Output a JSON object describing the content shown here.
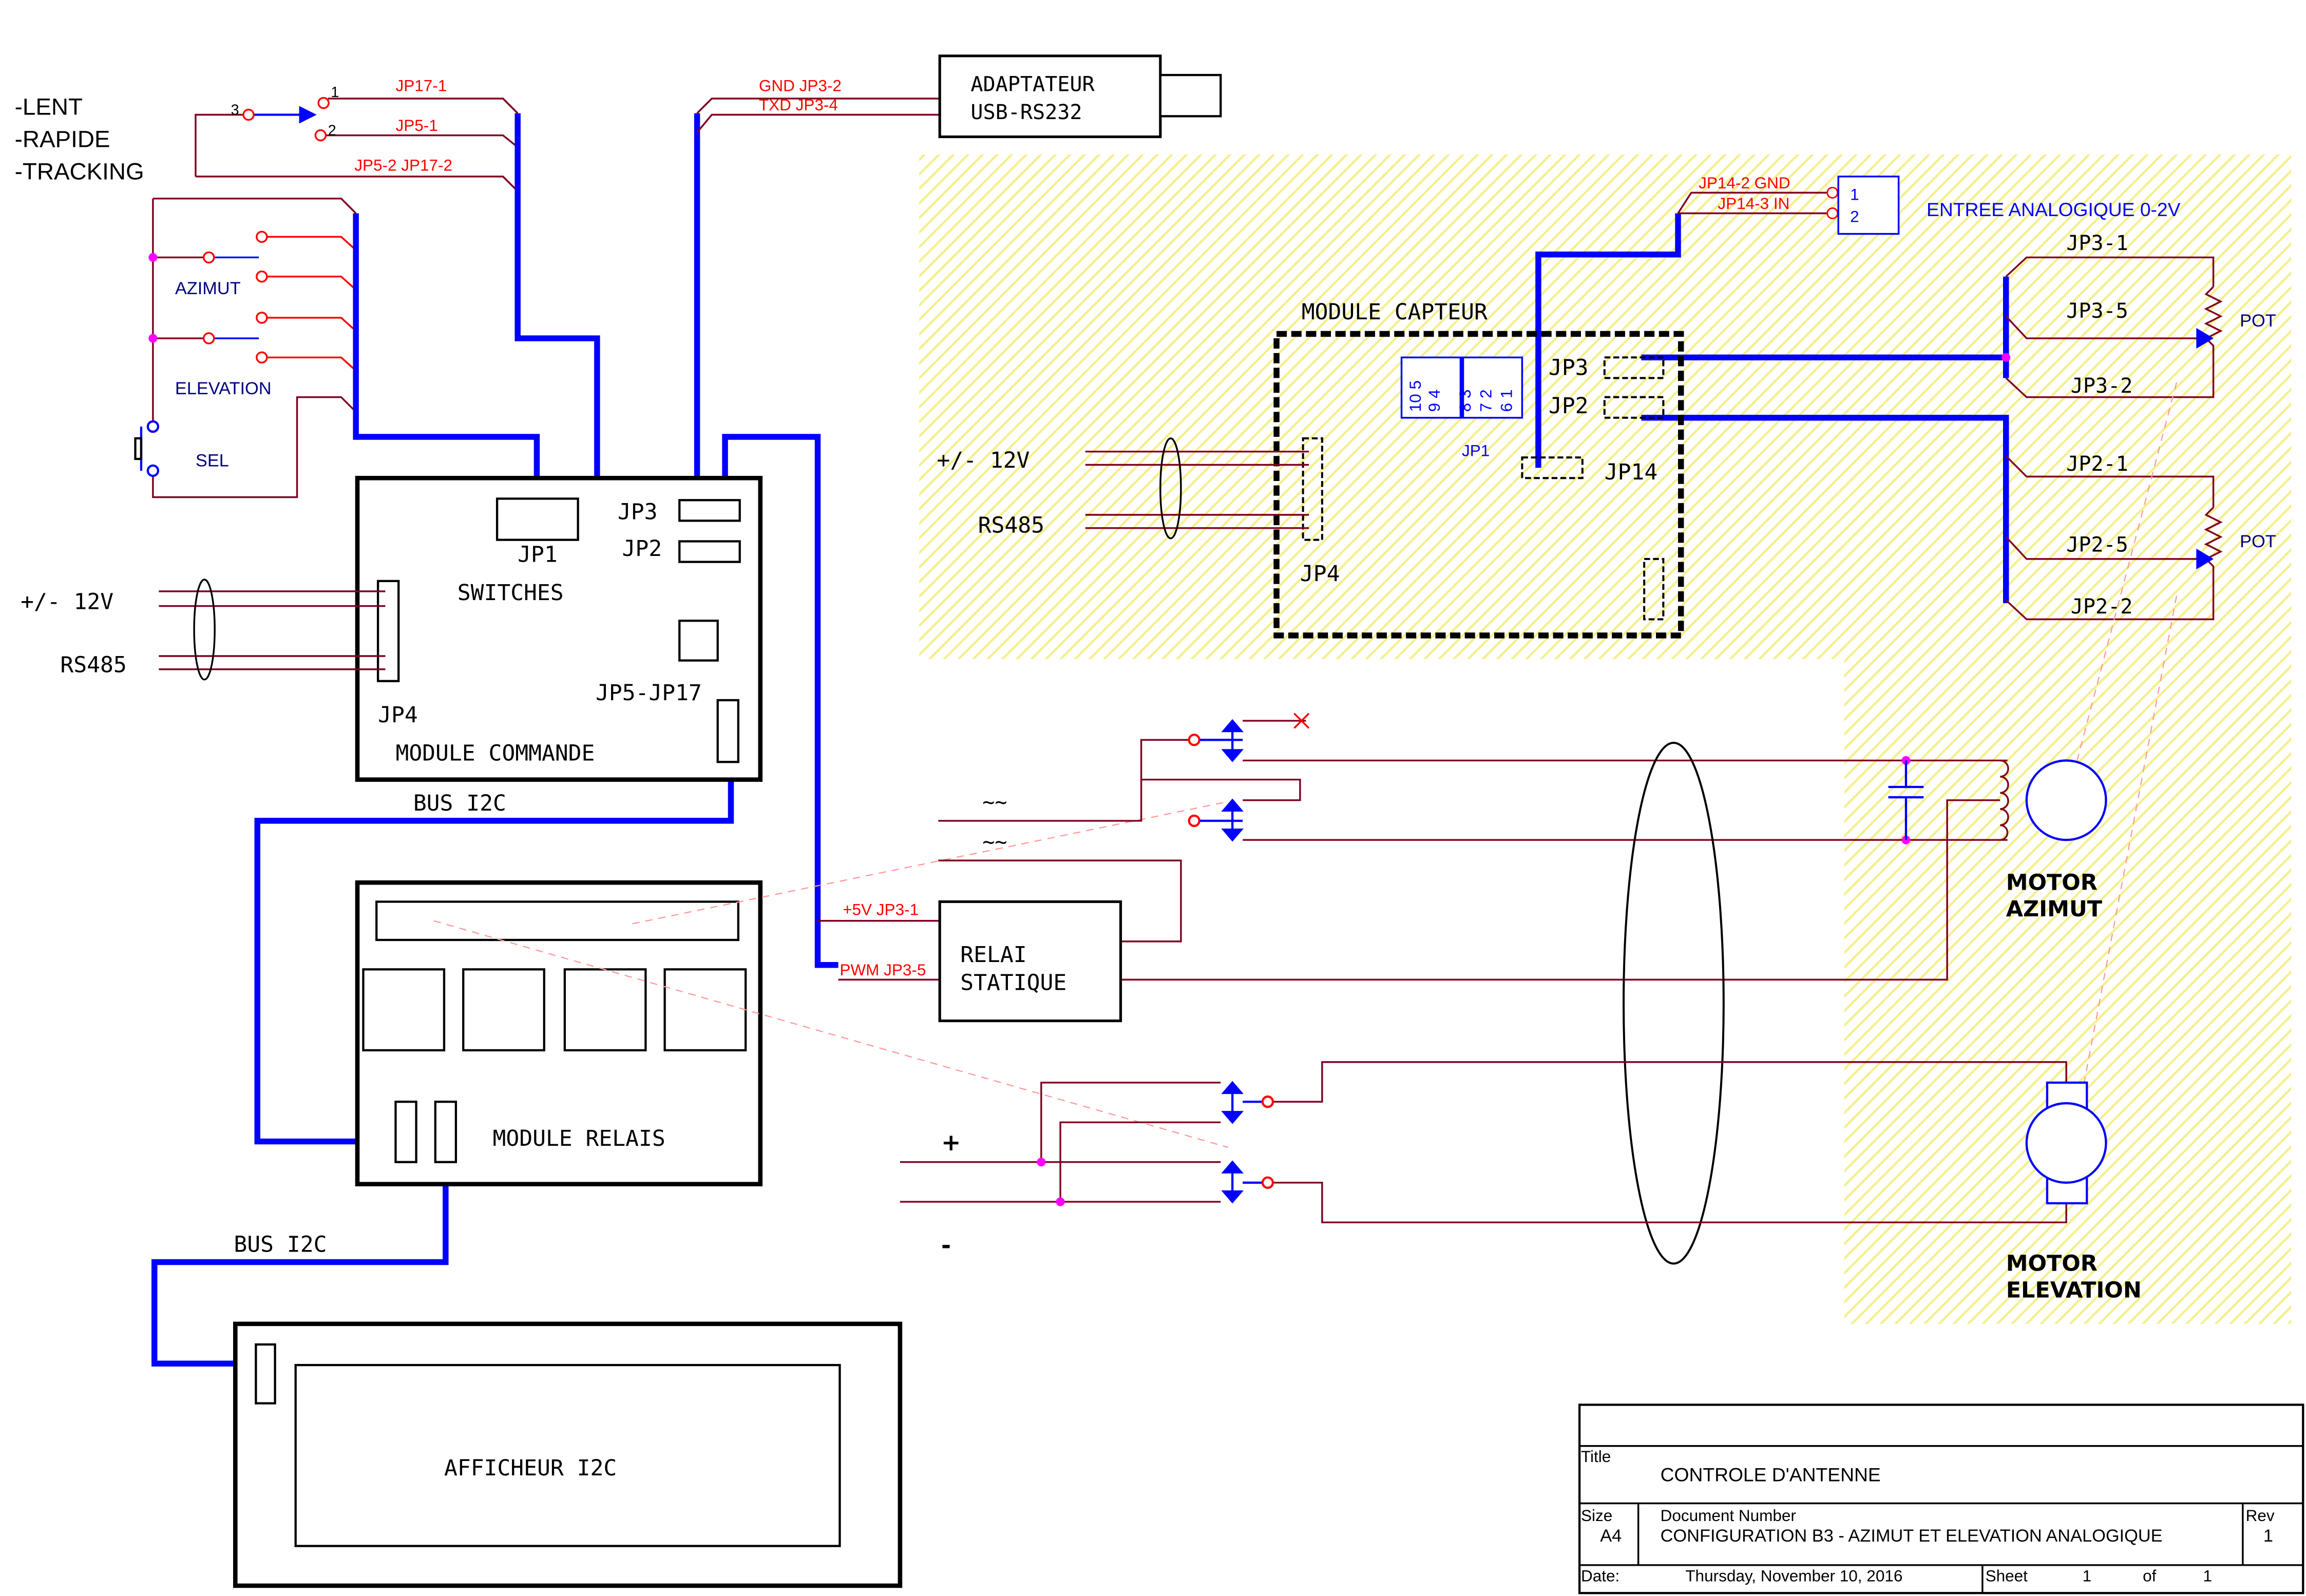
{
  "colors": {
    "wire": "#800020",
    "net_label": "#ff0000",
    "bus": "#0000ff",
    "annotation": "#000080",
    "shade": "#ffff99",
    "junction": "#ff00ff",
    "outline": "#000000"
  },
  "modes": {
    "slow": "-LENT",
    "fast": "-RAPIDE",
    "tracking": "-TRACKING"
  },
  "selector": {
    "pin1": "1",
    "pin2": "2",
    "pin3": "3"
  },
  "switches": {
    "azimut": "AZIMUT",
    "elevation": "ELEVATION",
    "sel": "SEL"
  },
  "nets": {
    "jp17_1": "JP17-1",
    "jp5_1": "JP5-1",
    "jp5_2_jp17_2": "JP5-2  JP17-2",
    "gnd_jp3_2": "GND JP3-2",
    "txd_jp3_4": "TXD JP3-4",
    "jp14_2_gnd": "JP14-2 GND",
    "jp14_3_in": "JP14-3 IN",
    "plus5v_jp3_1": "+5V JP3-1",
    "pwm_jp3_5": "PWM JP3-5"
  },
  "adapter": {
    "line1": "ADAPTATEUR",
    "line2": "USB-RS232"
  },
  "commande": {
    "title": "MODULE COMMANDE",
    "jp1": "JP1",
    "switches": "SWITCHES",
    "jp3": "JP3",
    "jp2": "JP2",
    "jp4": "JP4",
    "jp5_jp17": "JP5-JP17",
    "supply": "+/- 12V",
    "rs485": "RS485"
  },
  "bus": {
    "i2c_1": "BUS I2C",
    "i2c_2": "BUS I2C"
  },
  "relais": {
    "title": "MODULE RELAIS"
  },
  "afficheur": {
    "title": "AFFICHEUR I2C"
  },
  "capteur": {
    "title": "MODULE CAPTEUR",
    "jp3": "JP3",
    "jp2": "JP2",
    "jp14": "JP14",
    "jp4": "JP4",
    "jp1": "JP1",
    "jp1_pins_a": "10 5",
    "jp1_pins_b": "9 4",
    "jp1_pins_c": "8 3",
    "jp1_pins_d": "7 2",
    "jp1_pins_e": "6 1",
    "supply": "+/- 12V",
    "rs485": "RS485"
  },
  "analog_input": {
    "title": "ENTREE ANALOGIQUE 0-2V",
    "pin1": "1",
    "pin2": "2"
  },
  "pot_az": {
    "label": "POT",
    "p1": "JP3-1",
    "p5": "JP3-5",
    "p2": "JP3-2"
  },
  "pot_el": {
    "label": "POT",
    "p1": "JP2-1",
    "p5": "JP2-5",
    "p2": "JP2-2"
  },
  "ac": {
    "tilde1": "~~",
    "tilde2": "~~"
  },
  "relai_statique": {
    "line1": "RELAI",
    "line2": "STATIQUE"
  },
  "dc": {
    "plus": "+",
    "minus": "-"
  },
  "motor_az": {
    "line1": "MOTOR",
    "line2": "AZIMUT"
  },
  "motor_el": {
    "line1": "MOTOR",
    "line2": "ELEVATION"
  },
  "title_block": {
    "title_caption": "Title",
    "title": "CONTROLE D'ANTENNE",
    "size_caption": "Size",
    "size": "A4",
    "docnum_caption": "Document Number",
    "docnum": "CONFIGURATION B3 - AZIMUT ET ELEVATION ANALOGIQUE",
    "rev_caption": "Rev",
    "rev": "1",
    "date_caption": "Date:",
    "date": "Thursday, November 10, 2016",
    "sheet_caption": "Sheet",
    "sheet": "1",
    "of_caption": "of",
    "of": "1"
  }
}
